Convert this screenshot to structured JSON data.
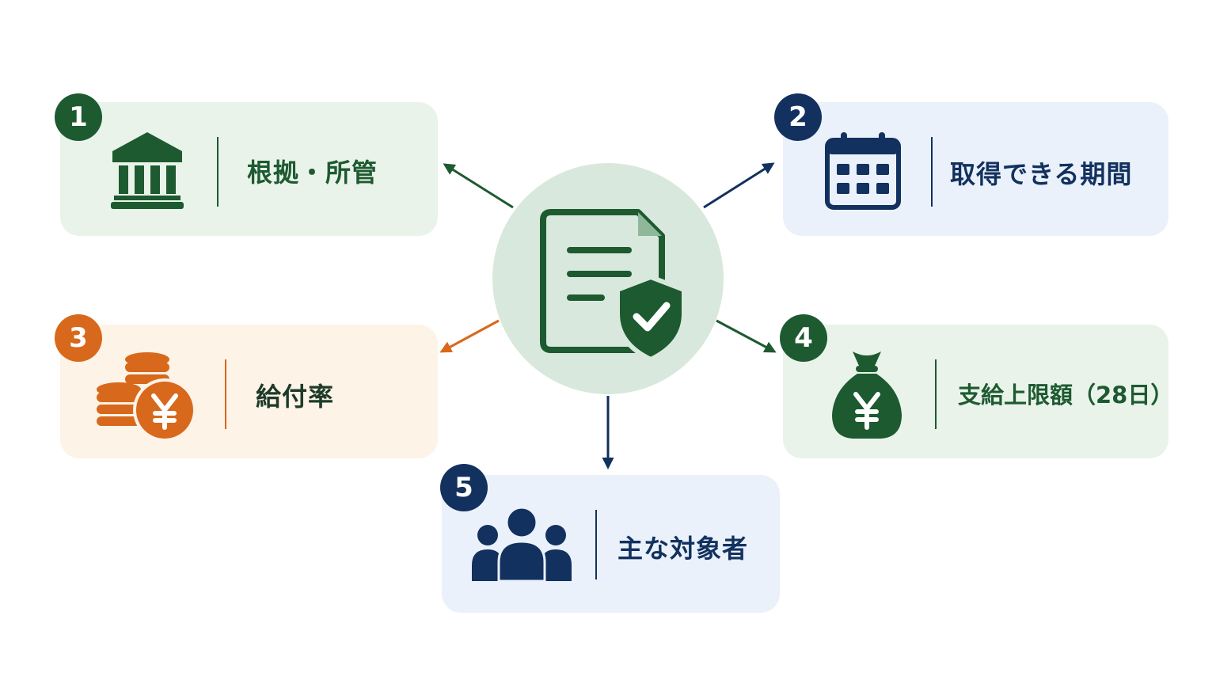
{
  "colors": {
    "green": "#1d5a30",
    "navy": "#12315e",
    "orange": "#d8681b",
    "green_bg": "#e9f3ea",
    "blue_bg": "#eaf1fb",
    "orange_bg": "#fdf3e7",
    "hub_bg": "#d9e8dc"
  },
  "hub": {
    "icon": "document-shield-check-icon"
  },
  "items": [
    {
      "number": "1",
      "label": "根拠・所管",
      "icon": "government-building-icon",
      "color": "green"
    },
    {
      "number": "2",
      "label": "取得できる期間",
      "icon": "calendar-icon",
      "color": "navy"
    },
    {
      "number": "3",
      "label": "給付率",
      "icon": "yen-coins-icon",
      "color": "orange"
    },
    {
      "number": "4",
      "label": "支給上限額（28日）",
      "icon": "yen-money-bag-icon",
      "color": "green"
    },
    {
      "number": "5",
      "label": "主な対象者",
      "icon": "people-group-icon",
      "color": "navy"
    }
  ]
}
